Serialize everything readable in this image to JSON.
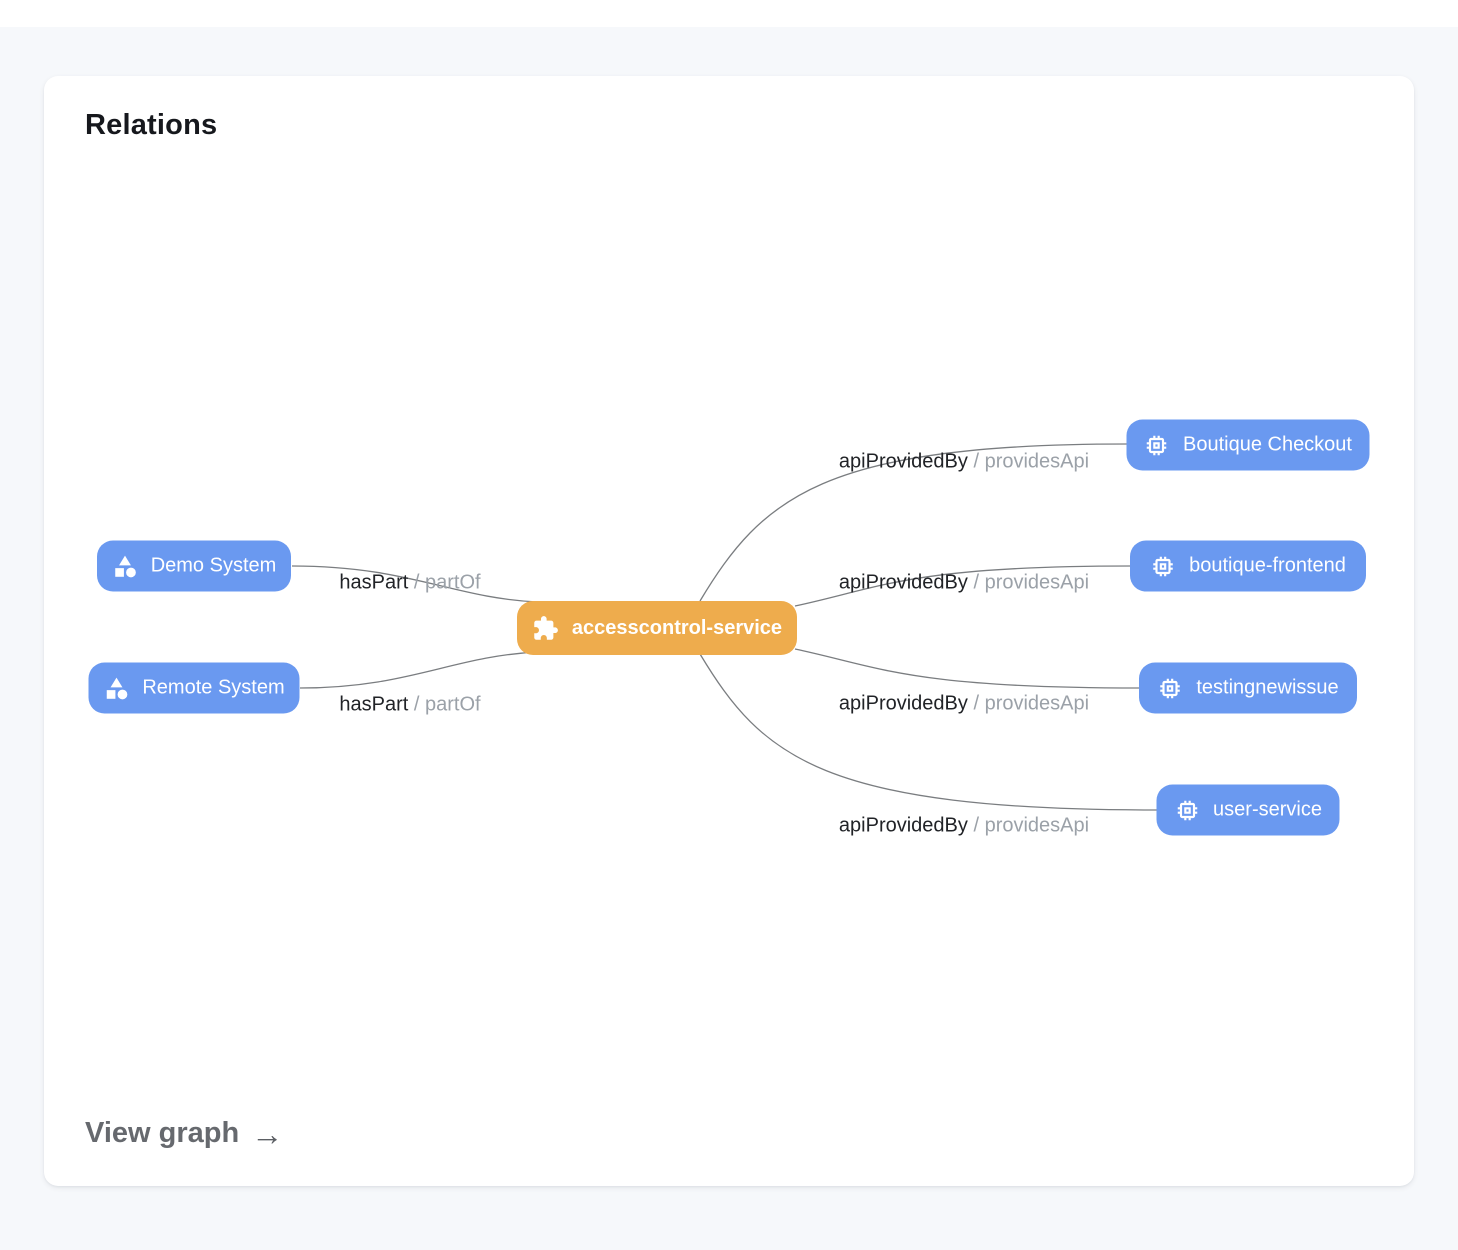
{
  "card": {
    "title": "Relations",
    "view_graph_label": "View graph",
    "view_graph_arrow": "→"
  },
  "colors": {
    "page_background": "#f6f8fb",
    "card_background": "#ffffff",
    "node_blue": "#6a99f0",
    "node_orange": "#eeac4d",
    "edge_stroke": "#7a7d80",
    "edge_label_primary": "#212327",
    "edge_label_secondary": "#9ba1a8"
  },
  "graph": {
    "nodes": {
      "center": {
        "label": "accesscontrol-service",
        "icon": "puzzle-icon",
        "type": "component"
      },
      "left": [
        {
          "label": "Demo System",
          "icon": "shapes-icon",
          "type": "system"
        },
        {
          "label": "Remote System",
          "icon": "shapes-icon",
          "type": "system"
        }
      ],
      "right": [
        {
          "label": "Boutique Checkout",
          "icon": "chip-icon",
          "type": "api"
        },
        {
          "label": "boutique-frontend",
          "icon": "chip-icon",
          "type": "api"
        },
        {
          "label": "testingnewissue",
          "icon": "chip-icon",
          "type": "api"
        },
        {
          "label": "user-service",
          "icon": "chip-icon",
          "type": "api"
        }
      ]
    },
    "edges": [
      {
        "from": "Demo System",
        "to": "accesscontrol-service",
        "label_primary": "hasPart",
        "label_secondary": "/ partOf"
      },
      {
        "from": "Remote System",
        "to": "accesscontrol-service",
        "label_primary": "hasPart",
        "label_secondary": "/ partOf"
      },
      {
        "from": "accesscontrol-service",
        "to": "Boutique Checkout",
        "label_primary": "apiProvidedBy",
        "label_secondary": "/ providesApi"
      },
      {
        "from": "accesscontrol-service",
        "to": "boutique-frontend",
        "label_primary": "apiProvidedBy",
        "label_secondary": "/ providesApi"
      },
      {
        "from": "accesscontrol-service",
        "to": "testingnewissue",
        "label_primary": "apiProvidedBy",
        "label_secondary": "/ providesApi"
      },
      {
        "from": "accesscontrol-service",
        "to": "user-service",
        "label_primary": "apiProvidedBy",
        "label_secondary": "/ providesApi"
      }
    ]
  }
}
